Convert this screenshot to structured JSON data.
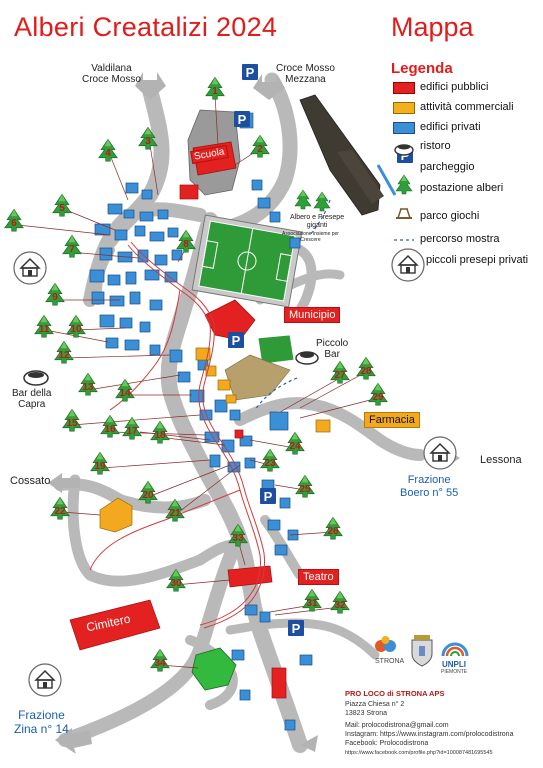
{
  "header": {
    "title": "Alberi Creatalizi 2024",
    "mappa": "Mappa"
  },
  "legend": {
    "title": "Legenda",
    "items": [
      {
        "label": "edifici pubblici",
        "color": "#e21b1b"
      },
      {
        "label": "attività commerciali",
        "color": "#f2b01e"
      },
      {
        "label": "edifici privati",
        "color": "#3a8fd6"
      },
      {
        "label": "ristoro"
      },
      {
        "label": "parcheggio"
      },
      {
        "label": "postazione alberi"
      },
      {
        "label": "parco giochi"
      },
      {
        "label": "percorso mostra"
      },
      {
        "label": "piccoli presepi privati"
      }
    ],
    "parking_letter": "P"
  },
  "places": {
    "valdilana": "Valdilana\nCroce Mosso",
    "croce_mosso": "Croce Mosso\nMezzana",
    "scuola": "Scuola",
    "albero_presepe": "Albero e Presepe\ngiganti",
    "albero_note": "Associazione Insieme per\nCrescere",
    "municipio": "Municipio",
    "piccolo_bar": "Piccolo\nBar",
    "bar_capra": "Bar della\nCapra",
    "farmacia": "Farmacia",
    "frazione_boero": "Frazione\nBoero n° 55",
    "lessona": "Lessona",
    "cossato": "Cossato",
    "teatro": "Teatro",
    "cimitero": "Cimitero",
    "frazione_zina": "Frazione\nZina n° 14"
  },
  "trees": [
    "1",
    "2",
    "3",
    "4",
    "5",
    "6",
    "7",
    "8",
    "9",
    "10",
    "11",
    "12",
    "13",
    "14",
    "15",
    "16",
    "17",
    "18",
    "19",
    "20",
    "21",
    "22",
    "23",
    "24",
    "25",
    "26",
    "27",
    "28",
    "29",
    "30",
    "31",
    "32",
    "33",
    "34",
    "35",
    "36",
    "37",
    "38",
    "39"
  ],
  "footer": {
    "org": "PRO LOCO di STRONA APS",
    "address1": "Piazza Chiesa n° 2",
    "address2": "13823 Strona",
    "mail": "Mail: prolocodistrona@gmail.com",
    "instagram": "Instagram: https://www.instagram.com/prolocodistrona",
    "facebook": "Facebook: Prolocodistrona",
    "facebook_url": "https://www.facebook.com/profile.php?id=100087481695545"
  },
  "logos": {
    "strona": "STRONA",
    "unpli": "UNPLI",
    "piemonte": "PIEMONTE"
  },
  "colors": {
    "title_red": "#e21b1b",
    "public": "#e42121",
    "commercial": "#f2a91f",
    "private": "#3a8fd6",
    "tree": "#2e9e39",
    "road": "#c2c2c2",
    "route": "#d23b3b"
  }
}
